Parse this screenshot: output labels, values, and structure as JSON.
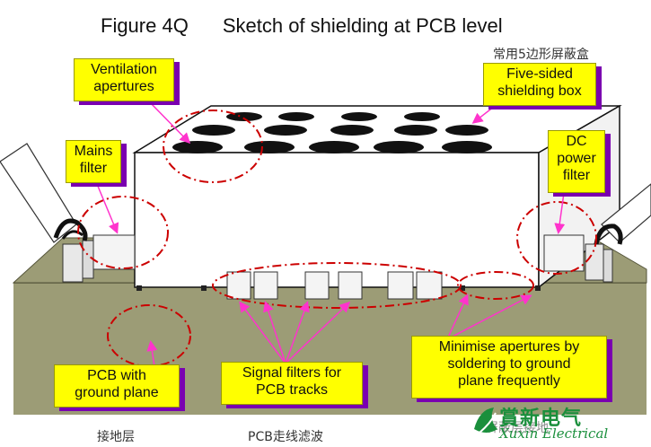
{
  "title": {
    "figure": "Figure 4Q",
    "text": "Sketch of shielding at PCB level"
  },
  "chinese_captions": {
    "shielding_box": "常用5边形屏蔽盒",
    "ground_layer": "接地层",
    "pcb_filter": "PCB走线滤波",
    "bottom_right": "屏蔽层接地"
  },
  "labels": {
    "ventilation": [
      "Ventilation",
      "apertures"
    ],
    "five_sided": [
      "Five-sided",
      "shielding box"
    ],
    "mains": [
      "Mains",
      "filter"
    ],
    "dc_power": [
      "DC",
      "power",
      "filter"
    ],
    "pcb_ground": [
      "PCB with",
      "ground plane"
    ],
    "signal_filters": [
      "Signal filters for",
      "PCB tracks"
    ],
    "minimise": [
      "Minimise apertures by",
      "soldering to ground",
      "plane frequently"
    ]
  },
  "logo": {
    "cn": "賞新电气",
    "en": "Xuxin Electrical"
  },
  "colors": {
    "label_fill": "#ffff00",
    "label_shadow": "#7a00b0",
    "arrow": "#ff33cc",
    "dash_circle": "#cc0000",
    "pcb_board": "#9a9a72",
    "logo_green": "#1a8f3c"
  }
}
